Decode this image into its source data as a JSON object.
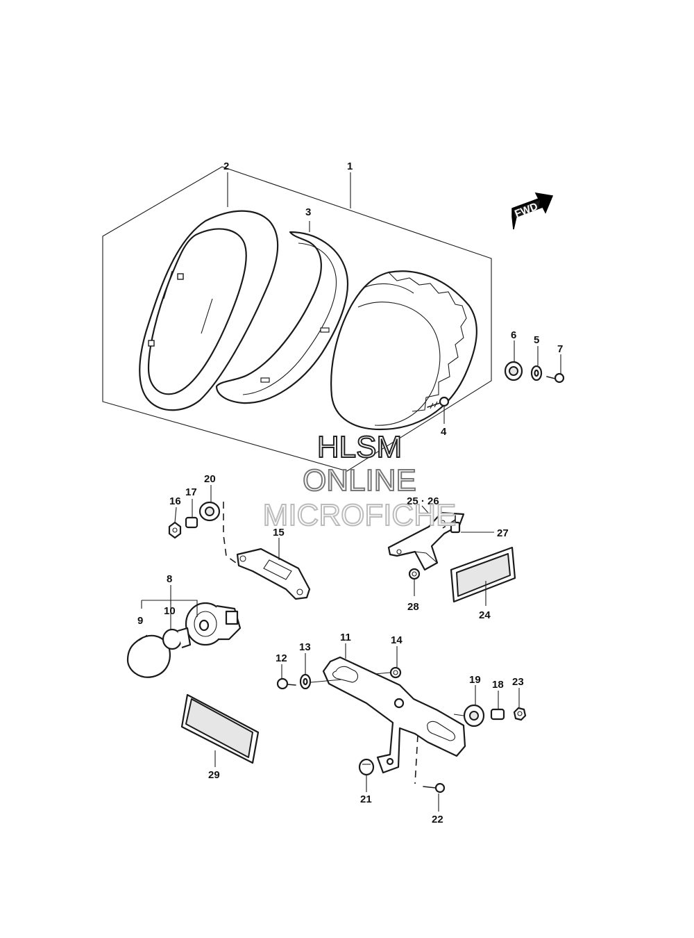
{
  "watermark": {
    "line1": "HLSM",
    "line2": "ONLINE",
    "line3": "MICROFICHE",
    "line1_color": "#222222",
    "line2_color": "#777777",
    "line3_color": "#bbbbbb"
  },
  "fwd_label": "FWD",
  "callouts": {
    "c1": "1",
    "c2": "2",
    "c3": "3",
    "c4": "4",
    "c5": "5",
    "c6": "6",
    "c7": "7",
    "c8": "8",
    "c9": "9",
    "c10": "10",
    "c11": "11",
    "c12": "12",
    "c13": "13",
    "c14": "14",
    "c15": "15",
    "c16": "16",
    "c17": "17",
    "c18": "18",
    "c19": "19",
    "c20": "20",
    "c21": "21",
    "c22": "22",
    "c23": "23",
    "c24": "24",
    "c25_26": "25 · 26",
    "c27": "27",
    "c28": "28",
    "c29": "29"
  }
}
